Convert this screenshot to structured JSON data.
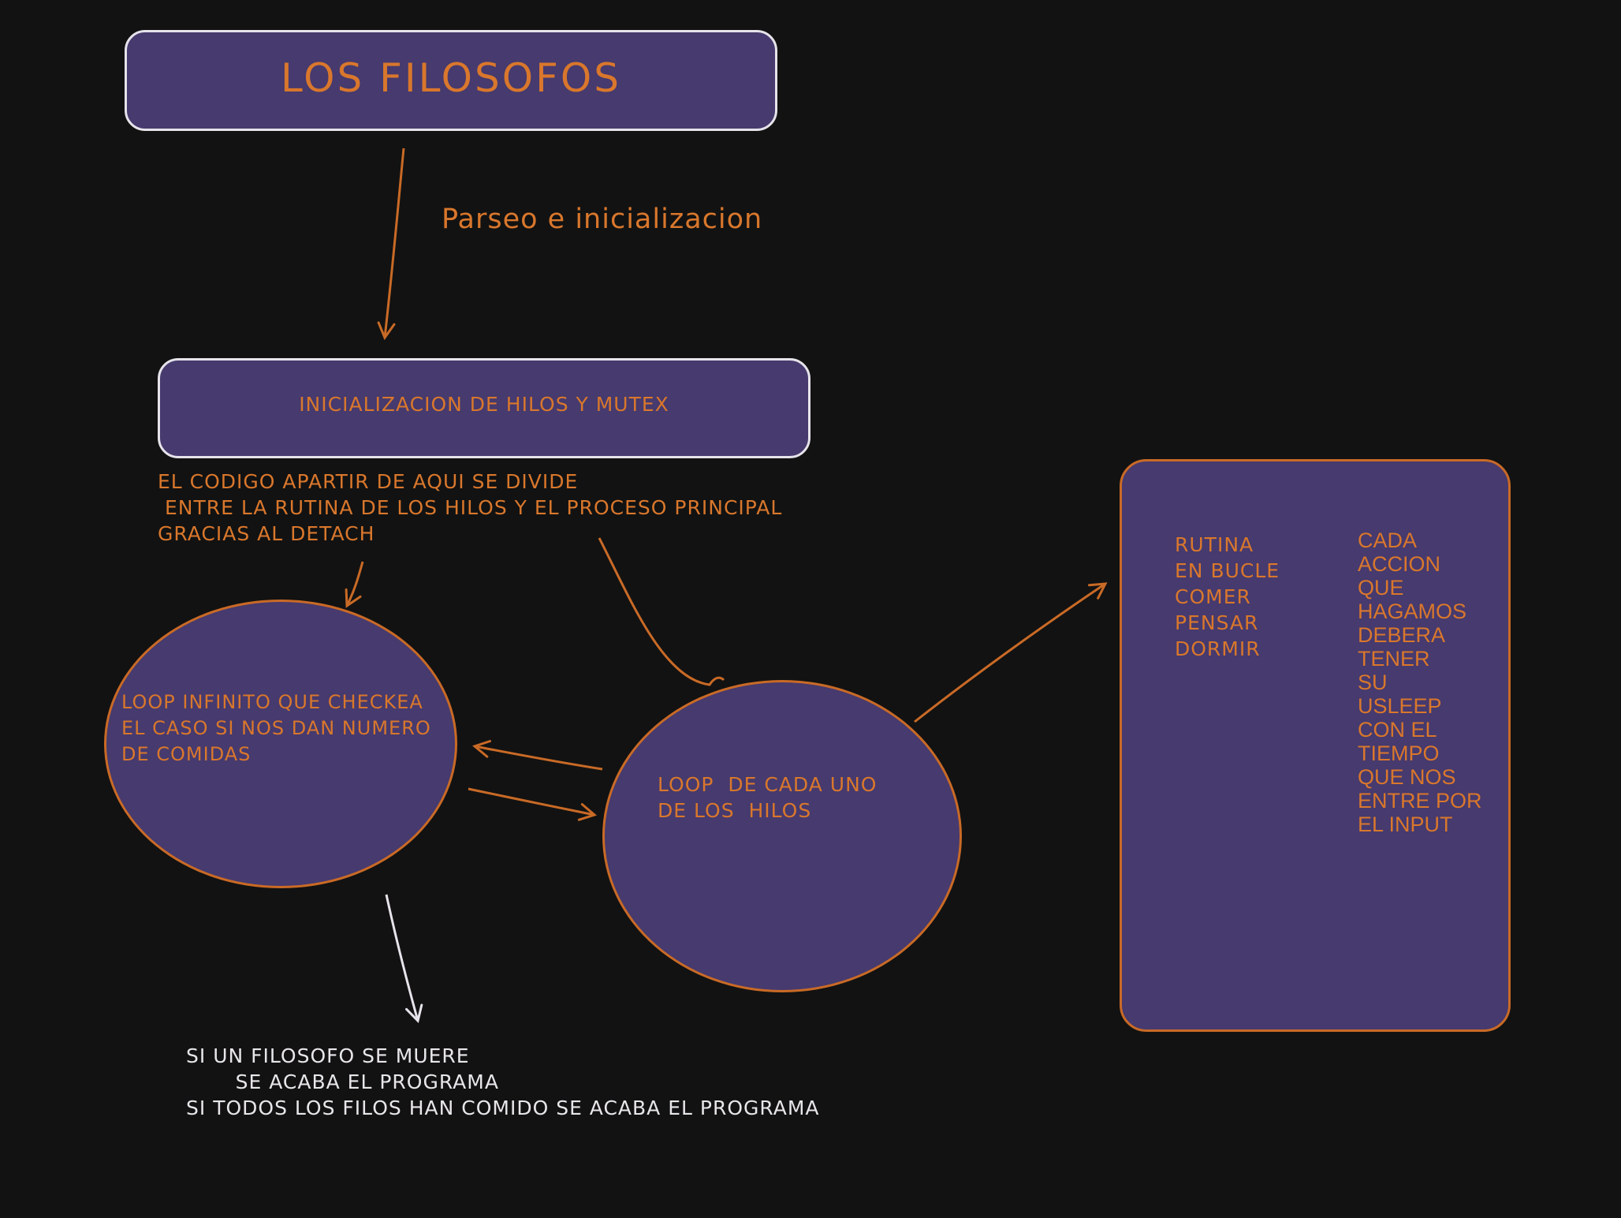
{
  "title": "LOS FILOSOFOS",
  "edge_parse_label": "Parseo e inicializacion",
  "init_box": "INICIALIZACION DE HILOS Y MUTEX",
  "split_note": "EL CODIGO APARTIR DE AQUI SE DIVIDE\n ENTRE LA RUTINA DE LOS HILOS Y EL PROCESO PRINCIPAL\nGRACIAS AL DETACH",
  "monitor_loop": "LOOP INFINITO QUE CHECKEA\nEL CASO SI NOS DAN NUMERO\nDE COMIDAS",
  "thread_loop": "LOOP  DE CADA UNO\nDE LOS  HILOS",
  "routine": "RUTINA\nEN BUCLE\nCOMER\nPENSAR\nDORMIR",
  "usleep_note": "CADA\nACCION\nQUE\nHAGAMOS\nDEBERA\nTENER\nSU\nUSLEEP\nCON EL\nTIEMPO\nQUE NOS\nENTRE POR\nEL INPUT",
  "end_note": "SI UN FILOSOFO SE MUERE\n       SE ACABA EL PROGRAMA\nSI TODOS LOS FILOS HAN COMIDO SE ACABA EL PROGRAMA",
  "colors": {
    "background": "#121212",
    "fill": "#463a6e",
    "accent": "#d9772c",
    "stroke_orange": "#c96a26",
    "stroke_white": "#e6e3ea"
  }
}
